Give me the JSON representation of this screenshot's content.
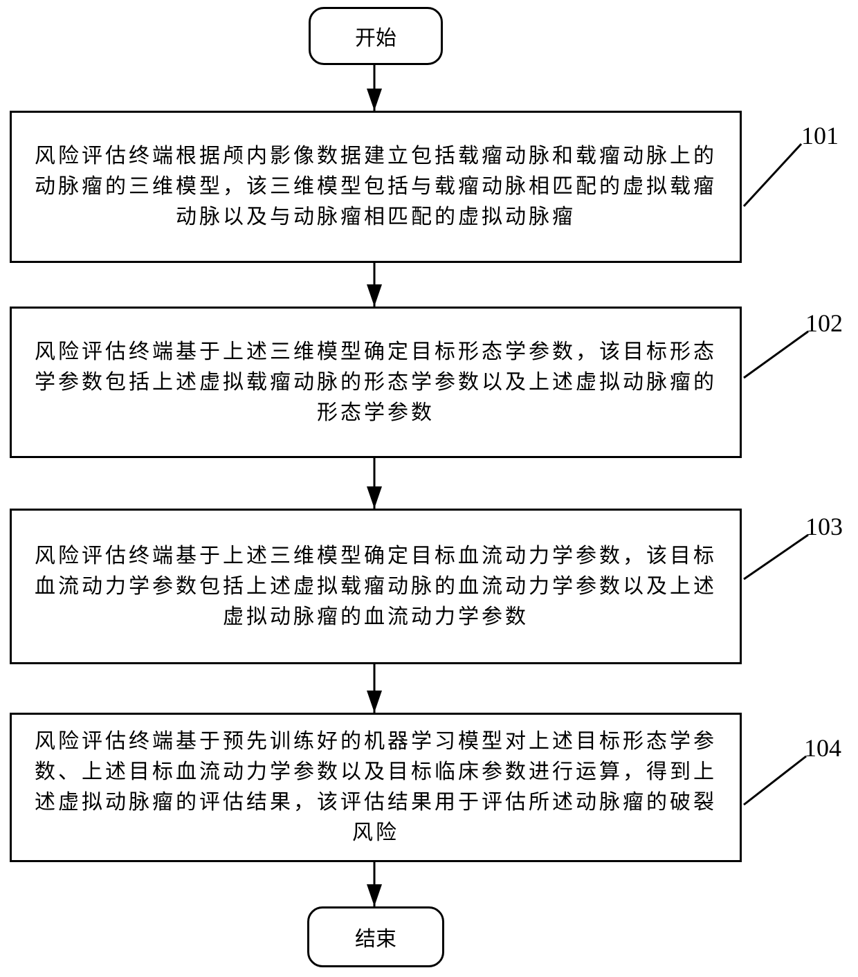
{
  "flowchart": {
    "start": "开始",
    "end": "结束",
    "steps": [
      {
        "id": "101",
        "text": "风险评估终端根据颅内影像数据建立包括载瘤动脉和载瘤动脉上的动脉瘤的三维模型，该三维模型包括与载瘤动脉相匹配的虚拟载瘤动脉以及与动脉瘤相匹配的虚拟动脉瘤"
      },
      {
        "id": "102",
        "text": "风险评估终端基于上述三维模型确定目标形态学参数，该目标形态学参数包括上述虚拟载瘤动脉的形态学参数以及上述虚拟动脉瘤的形态学参数"
      },
      {
        "id": "103",
        "text": "风险评估终端基于上述三维模型确定目标血流动力学参数，该目标血流动力学参数包括上述虚拟载瘤动脉的血流动力学参数以及上述虚拟动脉瘤的血流动力学参数"
      },
      {
        "id": "104",
        "text": "风险评估终端基于预先训练好的机器学习模型对上述目标形态学参数、上述目标血流动力学参数以及目标临床参数进行运算，得到上述虚拟动脉瘤的评估结果，该评估结果用于评估所述动脉瘤的破裂风险"
      }
    ]
  }
}
